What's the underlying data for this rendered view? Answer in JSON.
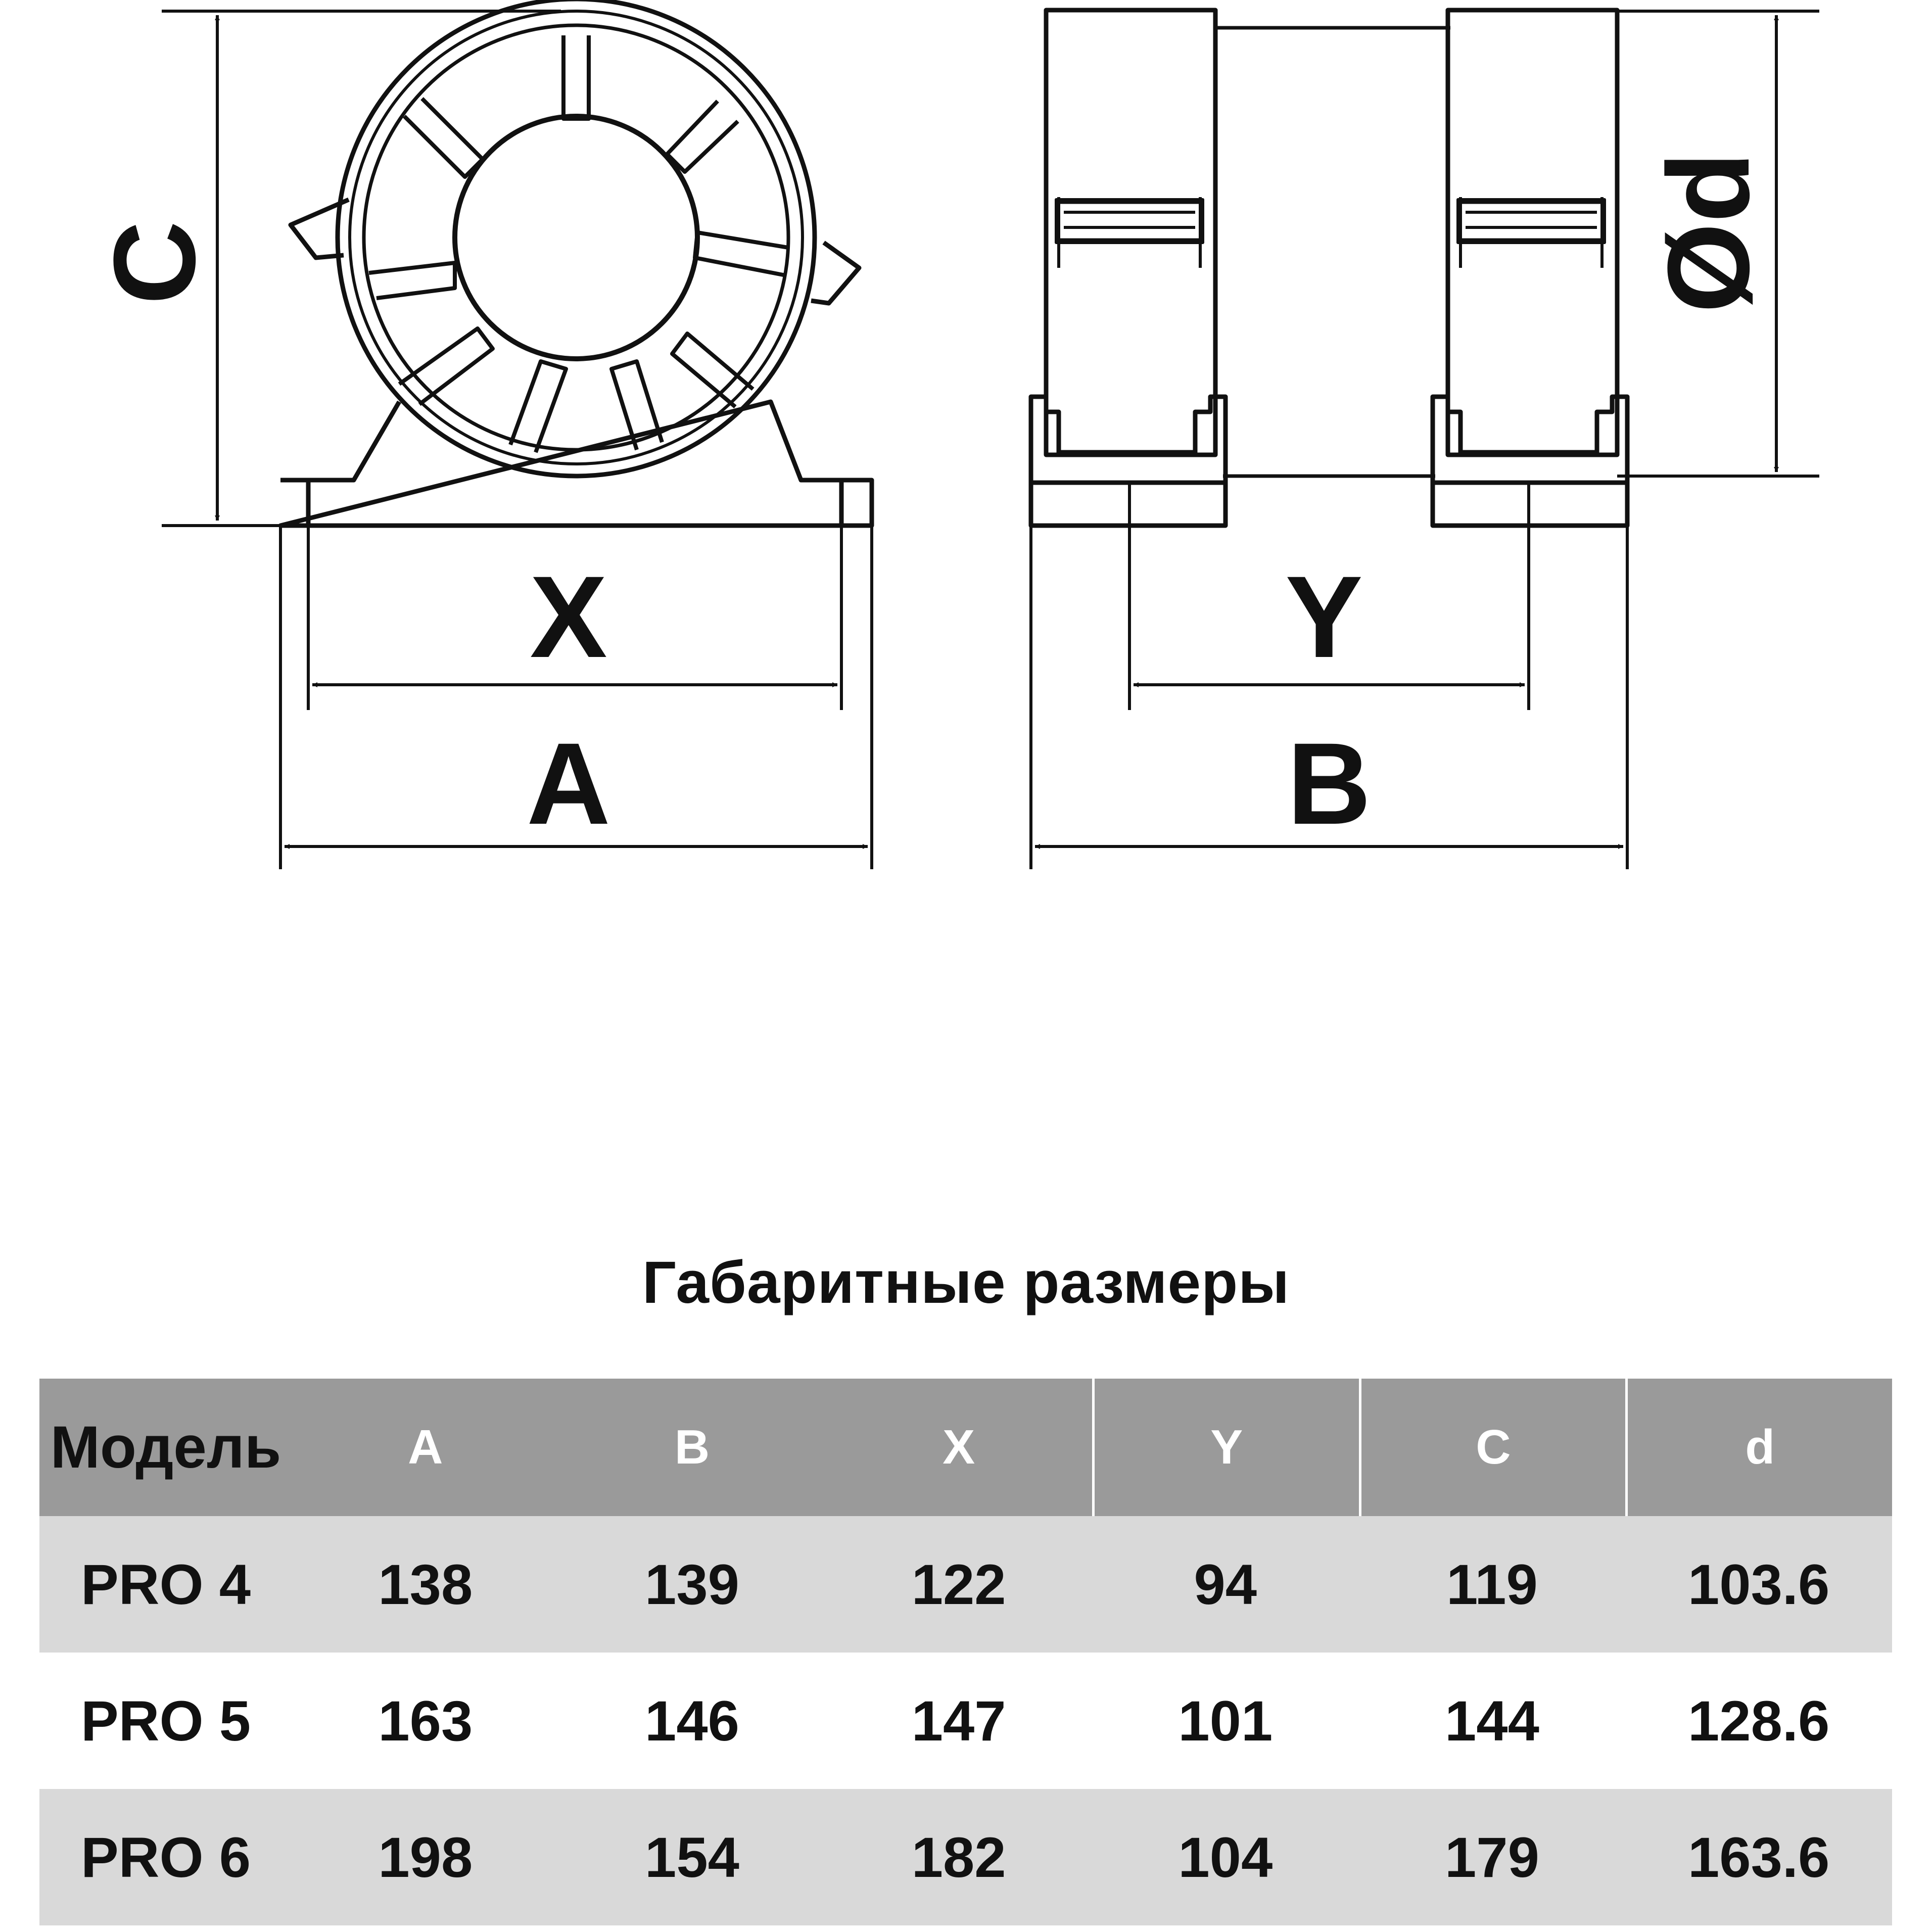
{
  "diagram": {
    "labels": {
      "c": "C",
      "x": "X",
      "a": "A",
      "y": "Y",
      "b": "B",
      "d": "Ød"
    }
  },
  "table": {
    "title": "Габаритные размеры",
    "headers": [
      "Модель",
      "A",
      "B",
      "X",
      "Y",
      "C",
      "d"
    ],
    "rows": [
      {
        "model": "PRO 4",
        "a": "138",
        "b": "139",
        "x": "122",
        "y": "94",
        "c": "119",
        "d": "103.6"
      },
      {
        "model": "PRO 5",
        "a": "163",
        "b": "146",
        "x": "147",
        "y": "101",
        "c": "144",
        "d": "128.6"
      },
      {
        "model": "PRO 6",
        "a": "198",
        "b": "154",
        "x": "182",
        "y": "104",
        "c": "179",
        "d": "163.6"
      }
    ]
  },
  "colors": {
    "header_bg": "#9a9a9a",
    "row_shade": "#d9d9d9",
    "line": "#111111"
  }
}
